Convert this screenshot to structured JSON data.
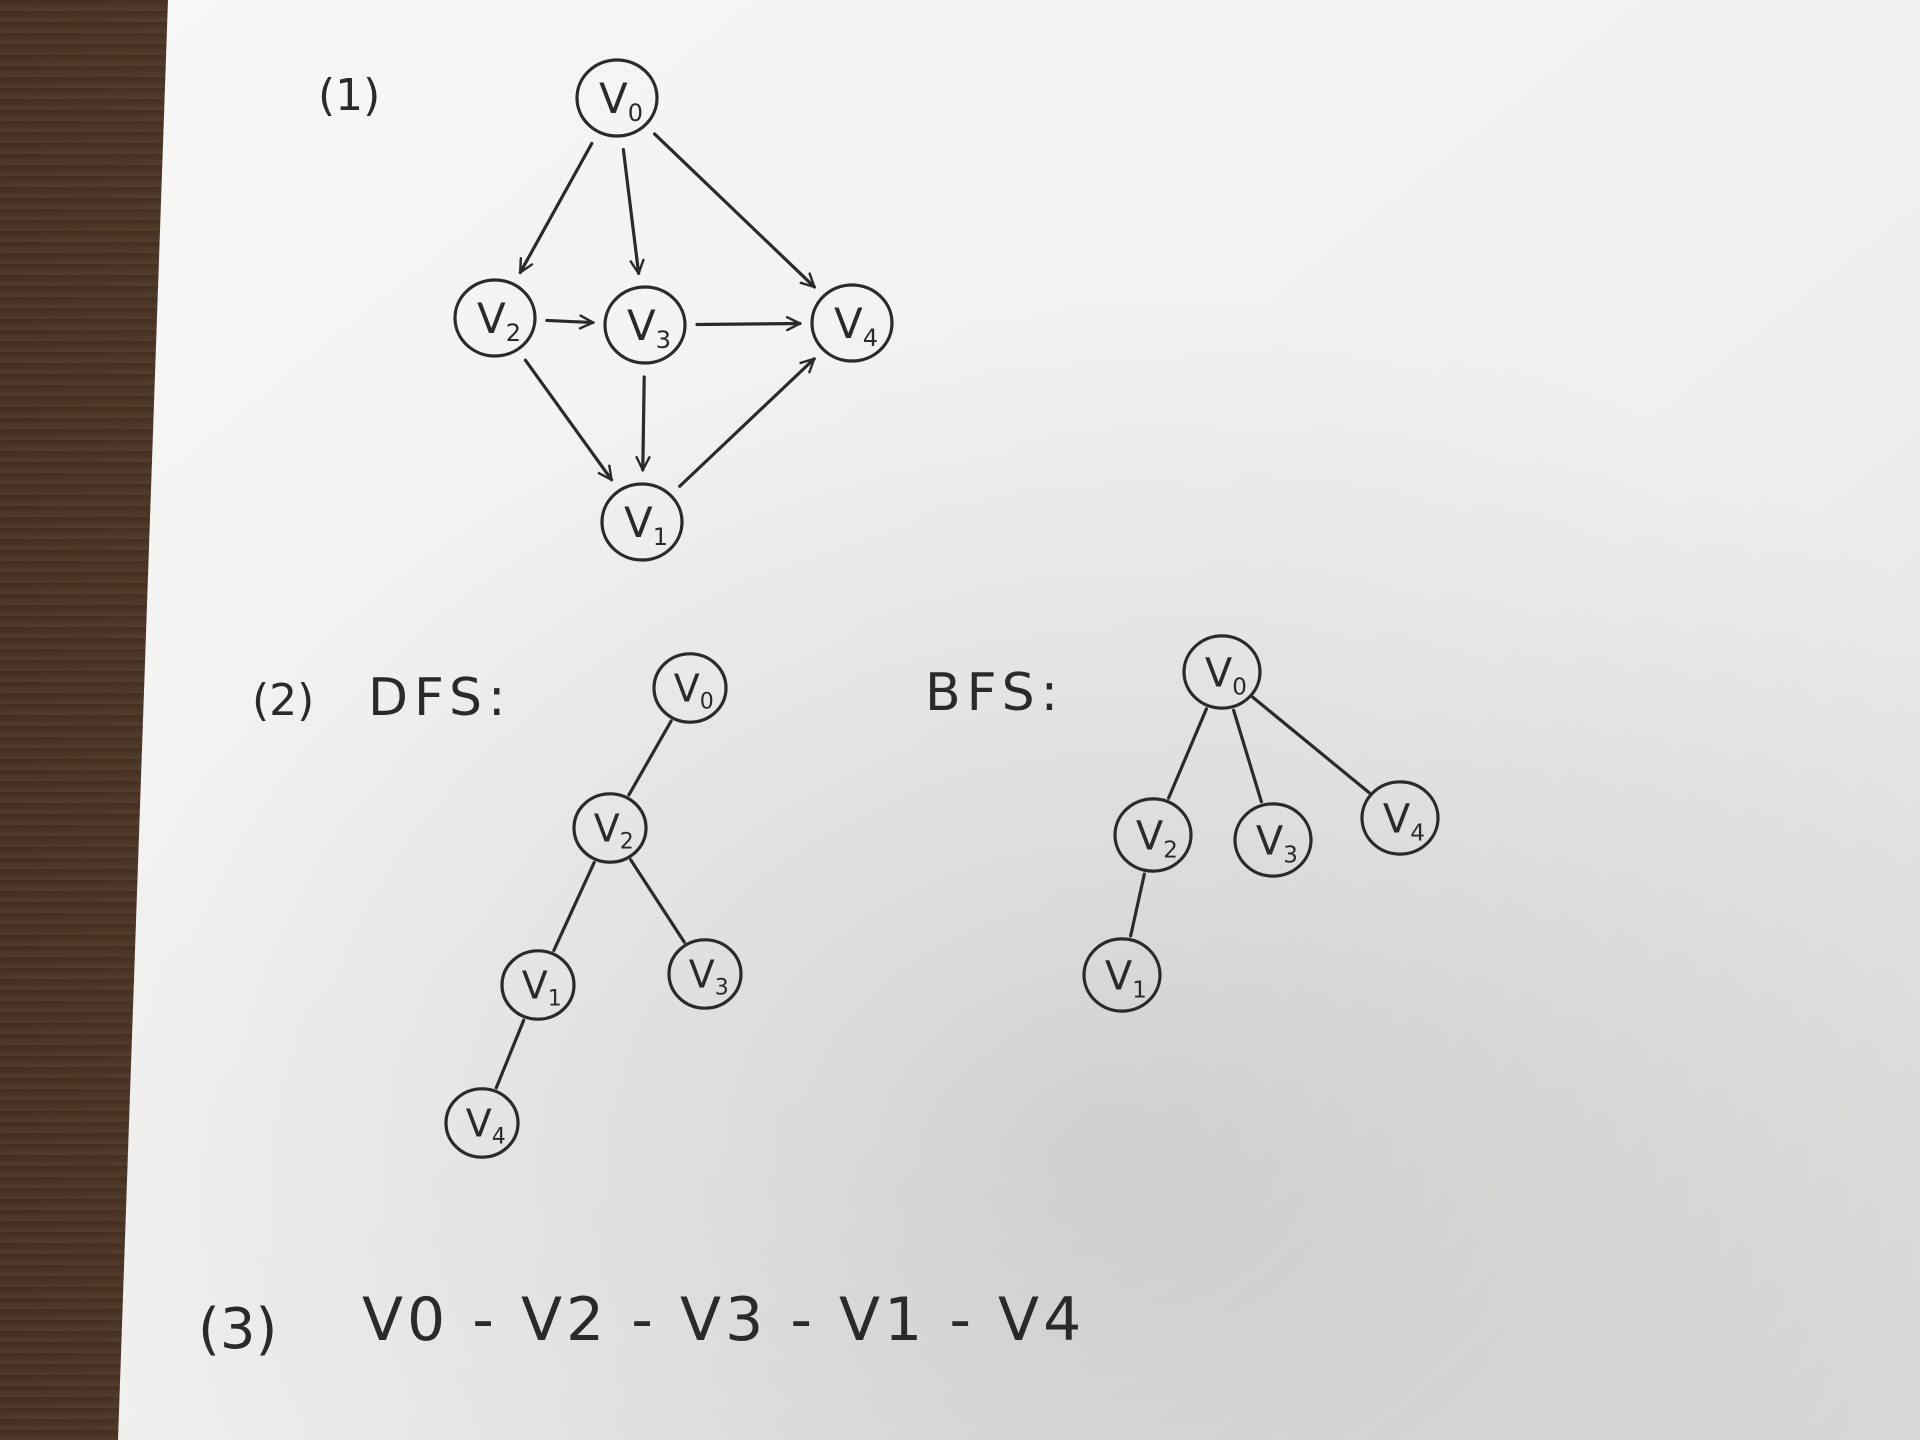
{
  "part1": {
    "label": "(1)",
    "nodes": [
      {
        "id": "v0",
        "label": "V0"
      },
      {
        "id": "v2",
        "label": "V2"
      },
      {
        "id": "v3",
        "label": "V3"
      },
      {
        "id": "v4",
        "label": "V4"
      },
      {
        "id": "v1",
        "label": "V1"
      }
    ],
    "edges": [
      {
        "from": "v0",
        "to": "v2"
      },
      {
        "from": "v0",
        "to": "v3"
      },
      {
        "from": "v0",
        "to": "v4"
      },
      {
        "from": "v2",
        "to": "v3"
      },
      {
        "from": "v3",
        "to": "v4"
      },
      {
        "from": "v2",
        "to": "v1"
      },
      {
        "from": "v3",
        "to": "v1"
      },
      {
        "from": "v1",
        "to": "v4"
      }
    ]
  },
  "part2": {
    "label": "(2)",
    "dfs": {
      "label": "DFS:",
      "nodes": [
        {
          "id": "v0",
          "label": "V0"
        },
        {
          "id": "v2",
          "label": "V2"
        },
        {
          "id": "v1",
          "label": "V1"
        },
        {
          "id": "v3",
          "label": "V3"
        },
        {
          "id": "v4",
          "label": "V4"
        }
      ],
      "edges": [
        {
          "from": "v0",
          "to": "v2"
        },
        {
          "from": "v2",
          "to": "v1"
        },
        {
          "from": "v2",
          "to": "v3"
        },
        {
          "from": "v1",
          "to": "v4"
        }
      ]
    },
    "bfs": {
      "label": "BFS:",
      "nodes": [
        {
          "id": "v0",
          "label": "V0"
        },
        {
          "id": "v2",
          "label": "V2"
        },
        {
          "id": "v3",
          "label": "V3"
        },
        {
          "id": "v4",
          "label": "V4"
        },
        {
          "id": "v1",
          "label": "V1"
        }
      ],
      "edges": [
        {
          "from": "v0",
          "to": "v2"
        },
        {
          "from": "v0",
          "to": "v3"
        },
        {
          "from": "v0",
          "to": "v4"
        },
        {
          "from": "v2",
          "to": "v1"
        }
      ]
    }
  },
  "part3": {
    "label": "(3)",
    "sequence_text": "V0 - V2 - V3 - V1 - V4"
  },
  "colors": {
    "ink": "#2a2a2a",
    "paper": "#f2f2f0",
    "desk": "#4a3424"
  }
}
